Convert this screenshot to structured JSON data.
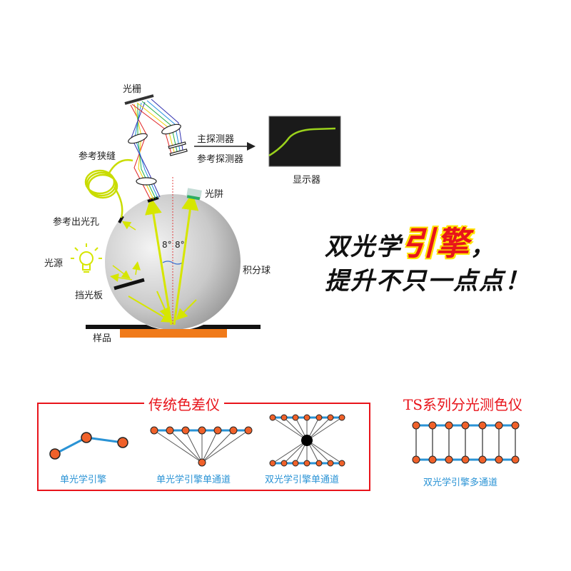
{
  "diagram": {
    "labels": {
      "grating": "光栅",
      "reference_slit": "参考狭缝",
      "main_detector": "主探测器",
      "reference_detector": "参考探测器",
      "display": "显示器",
      "light_trap": "光阱",
      "reference_exit_port": "参考出光孔",
      "light_source": "光源",
      "baffle": "挡光板",
      "integrating_sphere": "积分球",
      "sample": "样品",
      "angle_left": "8°",
      "angle_right": "8°"
    },
    "colors": {
      "beam": "#d6e600",
      "sample": "#f07a1a",
      "sphere": "#c8c8c8",
      "display_bg": "#1a1a1a",
      "display_curve": "#9bd21c"
    }
  },
  "slogan": {
    "line1_prefix": "双光学",
    "line1_highlight": "引擎",
    "line1_suffix": "，",
    "line2": "提升不只一点点！"
  },
  "comparison": {
    "traditional": {
      "title": "传统色差仪",
      "items": [
        {
          "caption": "单光学引擎"
        },
        {
          "caption": "单光学引擎单通道"
        },
        {
          "caption": "双光学引擎单通道"
        }
      ]
    },
    "ts_series": {
      "title": "TS系列分光测色仪",
      "items": [
        {
          "caption": "双光学引擎多通道"
        }
      ]
    },
    "colors": {
      "frame": "#e8141b",
      "link": "#2a93d5",
      "node": "#f0612a",
      "caption": "#2a93d5"
    }
  }
}
